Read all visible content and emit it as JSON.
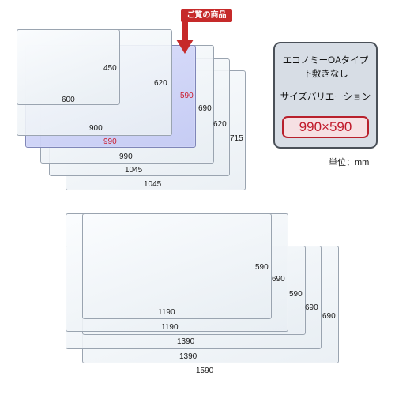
{
  "current_product_tag": "ご覧の商品",
  "panel": {
    "line1": "エコノミーOAタイプ",
    "line2": "下敷きなし",
    "line3": "サイズバリエーション",
    "size": "990×590"
  },
  "unit_label": "単位：mm",
  "colors": {
    "highlight_red": "#cc1b2b",
    "selected_sheet": "#c8cdf5",
    "panel_bg": "#d7dde5"
  },
  "top_group": {
    "sheets": [
      {
        "name": "sheet-1045x715",
        "width_label": "1045",
        "height_label": "715"
      },
      {
        "name": "sheet-1045x620",
        "width_label": "1045",
        "height_label": "620"
      },
      {
        "name": "sheet-990x690",
        "width_label": "990",
        "height_label": "690"
      },
      {
        "name": "sheet-990x590-current",
        "width_label": "990",
        "height_label": "590",
        "selected": true
      },
      {
        "name": "sheet-900x620",
        "width_label": "900",
        "height_label": "620"
      },
      {
        "name": "sheet-600x450",
        "width_label": "600",
        "height_label": "450"
      }
    ]
  },
  "bottom_group": {
    "sheets": [
      {
        "name": "sheet-1590x690",
        "width_label": "1590",
        "height_label": "690"
      },
      {
        "name": "sheet-1390x690",
        "width_label": "1390",
        "height_label": "690"
      },
      {
        "name": "sheet-1390x590",
        "width_label": "1390",
        "height_label": "590"
      },
      {
        "name": "sheet-1190x690",
        "width_label": "1190",
        "height_label": "690"
      },
      {
        "name": "sheet-1190x590",
        "width_label": "1190",
        "height_label": "590"
      }
    ]
  }
}
